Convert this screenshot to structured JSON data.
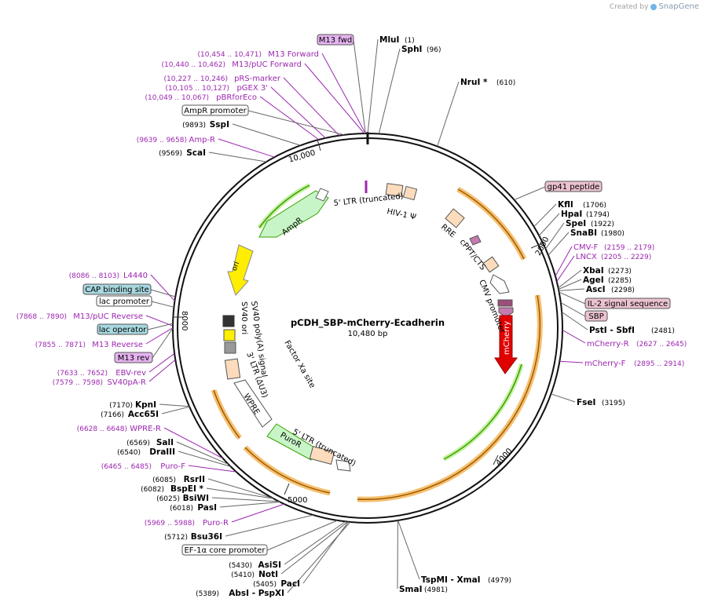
{
  "credit": {
    "prefix": "Created by",
    "brand": "SnapGene"
  },
  "plasmid": {
    "name": "pCDH_SBP-mCherry-Ecadherin",
    "size_label": "10,480 bp",
    "length": 10480
  },
  "colors": {
    "orange": "#f5a623",
    "green": "#39a000",
    "purple": "#9c27b0",
    "red": "#e00000",
    "yellow": "#ffee00",
    "peach": "#fcdcbc",
    "lightgreen": "#c8f5c8"
  },
  "ticks": [
    {
      "label": "2000",
      "bp": 2000
    },
    {
      "label": "4000",
      "bp": 4000
    },
    {
      "label": "5000",
      "bp": 5000
    },
    {
      "label": "8000",
      "bp": 8000
    },
    {
      "label": "10,000",
      "bp": 10000
    }
  ],
  "enzymes": [
    {
      "name": "MluI",
      "pos": "(1)",
      "bp": 1
    },
    {
      "name": "SphI",
      "pos": "(96)",
      "bp": 96
    },
    {
      "name": "NruI *",
      "pos": "(610)",
      "bp": 610
    },
    {
      "name": "KflI",
      "pos": "(1706)",
      "bp": 1706
    },
    {
      "name": "HpaI",
      "pos": "(1794)",
      "bp": 1794
    },
    {
      "name": "SpeI",
      "pos": "(1922)",
      "bp": 1922
    },
    {
      "name": "SnaBI",
      "pos": "(1980)",
      "bp": 1980
    },
    {
      "name": "XbaI",
      "pos": "(2273)",
      "bp": 2273
    },
    {
      "name": "AgeI",
      "pos": "(2285)",
      "bp": 2285
    },
    {
      "name": "AscI",
      "pos": "(2298)",
      "bp": 2298
    },
    {
      "name": "PstI - SbfI",
      "pos": "(2481)",
      "bp": 2481
    },
    {
      "name": "FseI",
      "pos": "(3195)",
      "bp": 3195
    },
    {
      "name": "TspMI - XmaI",
      "pos": "(4979)",
      "bp": 4979
    },
    {
      "name": "SmaI",
      "pos": "(4981)",
      "bp": 4981
    },
    {
      "name": "AbsI - PspXI",
      "pos": "(5389)",
      "bp": 5389
    },
    {
      "name": "PacI",
      "pos": "(5405)",
      "bp": 5405
    },
    {
      "name": "NotI",
      "pos": "(5410)",
      "bp": 5410
    },
    {
      "name": "AsiSI",
      "pos": "(5430)",
      "bp": 5430
    },
    {
      "name": "Bsu36I",
      "pos": "(5712)",
      "bp": 5712
    },
    {
      "name": "PasI",
      "pos": "(6018)",
      "bp": 6018
    },
    {
      "name": "BsiWI",
      "pos": "(6025)",
      "bp": 6025
    },
    {
      "name": "BspEI *",
      "pos": "(6082)",
      "bp": 6082
    },
    {
      "name": "RsrII",
      "pos": "(6085)",
      "bp": 6085
    },
    {
      "name": "DraIII",
      "pos": "(6540)",
      "bp": 6540
    },
    {
      "name": "SalI",
      "pos": "(6569)",
      "bp": 6569
    },
    {
      "name": "Acc65I",
      "pos": "(7166)",
      "bp": 7166
    },
    {
      "name": "KpnI",
      "pos": "(7170)",
      "bp": 7170
    },
    {
      "name": "ScaI",
      "pos": "(9569)",
      "bp": 9569
    },
    {
      "name": "SspI",
      "pos": "(9893)",
      "bp": 9893
    }
  ],
  "primers": [
    {
      "name": "M13 Forward",
      "pos": "(10,454 .. 10,471)",
      "bp": 10462
    },
    {
      "name": "M13/pUC Forward",
      "pos": "(10,440 .. 10,462)",
      "bp": 10451
    },
    {
      "name": "pRS-marker",
      "pos": "(10,227 .. 10,246)",
      "bp": 10236
    },
    {
      "name": "pGEX 3'",
      "pos": "(10,105 .. 10,127)",
      "bp": 10116
    },
    {
      "name": "pBRforEco",
      "pos": "(10,049 .. 10,067)",
      "bp": 10058
    },
    {
      "name": "Amp-R",
      "pos": "(9639 .. 9658)",
      "bp": 9648
    },
    {
      "name": "CMV-F",
      "pos": "(2159 .. 2179)",
      "bp": 2169
    },
    {
      "name": "LNCX",
      "pos": "(2205 .. 2229)",
      "bp": 2217
    },
    {
      "name": "mCherry-R",
      "pos": "(2627 .. 2645)",
      "bp": 2636
    },
    {
      "name": "mCherry-F",
      "pos": "(2895 .. 2914)",
      "bp": 2905
    },
    {
      "name": "L4440",
      "pos": "(8086 .. 8103)",
      "bp": 8094
    },
    {
      "name": "M13/pUC Reverse",
      "pos": "(7868 .. 7890)",
      "bp": 7879
    },
    {
      "name": "M13 Reverse",
      "pos": "(7855 .. 7871)",
      "bp": 7863
    },
    {
      "name": "EBV-rev",
      "pos": "(7633 .. 7652)",
      "bp": 7642
    },
    {
      "name": "SV40pA-R",
      "pos": "(7579 .. 7598)",
      "bp": 7588
    },
    {
      "name": "WPRE-R",
      "pos": "(6628 .. 6648)",
      "bp": 6638
    },
    {
      "name": "Puro-F",
      "pos": "(6465 .. 6485)",
      "bp": 6475
    },
    {
      "name": "Puro-R",
      "pos": "(5969 .. 5988)",
      "bp": 5978
    }
  ],
  "boxed_features": [
    {
      "name": "M13 fwd",
      "style": "purple",
      "bp": 10462
    },
    {
      "name": "AmpR promoter",
      "style": "white",
      "bp": 10280
    },
    {
      "name": "gp41 peptide",
      "style": "pink",
      "bp": 1420
    },
    {
      "name": "IL-2 signal sequence",
      "style": "pink",
      "bp": 2310
    },
    {
      "name": "SBP",
      "style": "pink",
      "bp": 2400
    },
    {
      "name": "CAP binding site",
      "style": "teal",
      "bp": 8130
    },
    {
      "name": "lac promoter",
      "style": "white",
      "bp": 8040
    },
    {
      "name": "lac operator",
      "style": "teal",
      "bp": 7900
    },
    {
      "name": "M13 rev",
      "style": "purple",
      "bp": 7860
    },
    {
      "name": "EF-1α core promoter",
      "style": "white",
      "bp": 5500
    }
  ],
  "features": [
    {
      "name": "5' LTR (truncated)",
      "label": "5' LTR (truncated)"
    },
    {
      "name": "HIV-1 Ψ",
      "label": "HIV-1 Ψ"
    },
    {
      "name": "RRE",
      "label": "RRE"
    },
    {
      "name": "cPPT/CTS",
      "label": "cPPT/CTS"
    },
    {
      "name": "CMV promoter",
      "label": "CMV promoter"
    },
    {
      "name": "mCherry",
      "label": "mCherry"
    },
    {
      "name": "AmpR",
      "label": "AmpR"
    },
    {
      "name": "ori",
      "label": "ori"
    },
    {
      "name": "SV40 ori",
      "label": "SV40 ori"
    },
    {
      "name": "SV40 poly(A) signal",
      "label": "SV40 poly(A) signal"
    },
    {
      "name": "3' LTR (ΔU3)",
      "label": "3' LTR (ΔU3)"
    },
    {
      "name": "Factor Xa site",
      "label": "Factor Xa site"
    },
    {
      "name": "WPRE",
      "label": "WPRE"
    },
    {
      "name": "PuroR",
      "label": "PuroR"
    },
    {
      "name": "5' LTR (truncated) 2",
      "label": "5' LTR (truncated)"
    }
  ]
}
